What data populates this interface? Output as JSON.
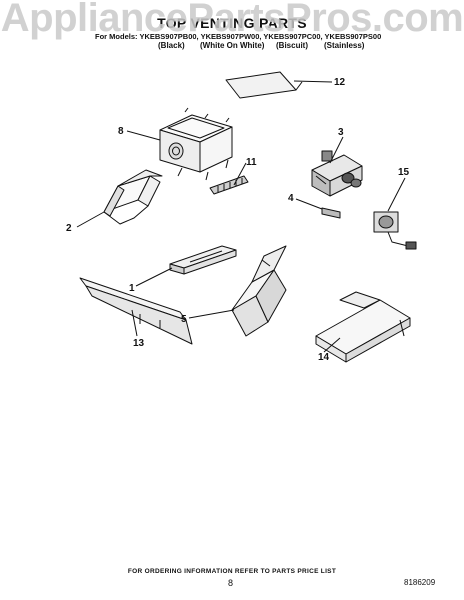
{
  "watermark": "AppliancePartsPros.com",
  "header": {
    "title": "TOP VENTING PARTS",
    "models_line": "For Models: YKEBS907PB00, YKEBS907PW00, YKEBS907PC00, YKEBS907PS00",
    "colors": [
      "(Black)",
      "(White On White)",
      "(Biscuit)",
      "(Stainless)"
    ]
  },
  "callouts": [
    "1",
    "2",
    "3",
    "4",
    "5",
    "8",
    "11",
    "12",
    "13",
    "14",
    "15"
  ],
  "footer": {
    "ordering_note": "FOR ORDERING INFORMATION REFER TO PARTS PRICE LIST",
    "page_number": "8",
    "document_number": "8186209"
  }
}
